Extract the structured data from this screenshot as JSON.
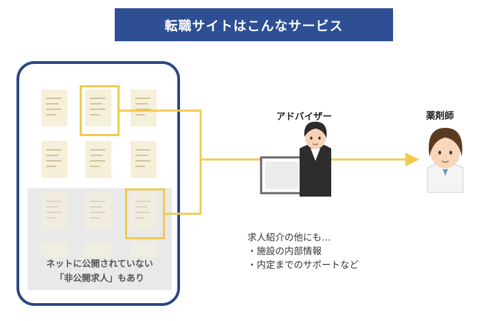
{
  "title": "転職サイトはこんなサービス",
  "adviser_label": "アドバイザー",
  "pharmacist_label": "薬剤師",
  "note": {
    "intro": "求人紹介の他にも…",
    "bullets": [
      "・施設の内部情報",
      "・内定までのサポートなど"
    ]
  },
  "nonpublic_caption": {
    "line1": "ネットに公開されていない",
    "line2": "「非公開求人」もあり"
  },
  "colors": {
    "title_bg": "#2e4f93",
    "panel_border": "#2b4785",
    "connector": "#f2c94c",
    "document": "#f6f0da"
  }
}
